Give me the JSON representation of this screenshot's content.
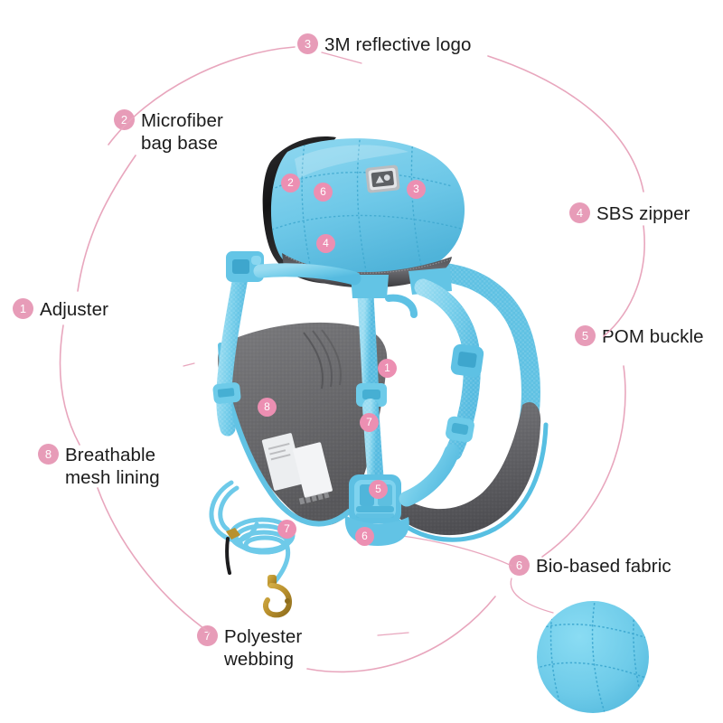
{
  "diagram": {
    "title": "Dog harness with backpack – feature callouts",
    "accent_pink": "#e79cb8",
    "line_pink": "#e8a6bd",
    "product_blue": "#74cdea",
    "product_blue_dark": "#4bb8dd",
    "mesh_grey": "#6e6e71",
    "base_black": "#1b1b1b"
  },
  "callouts": [
    {
      "id": "1",
      "number": "1",
      "label": "Adjuster",
      "name": "adjuster"
    },
    {
      "id": "2",
      "number": "2",
      "label": "Microfiber\nbag base",
      "name": "microfiber-bag-base"
    },
    {
      "id": "3",
      "number": "3",
      "label": "3M reflective logo",
      "name": "reflective-logo"
    },
    {
      "id": "4",
      "number": "4",
      "label": "SBS zipper",
      "name": "sbs-zipper"
    },
    {
      "id": "5",
      "number": "5",
      "label": "POM buckle",
      "name": "pom-buckle"
    },
    {
      "id": "6",
      "number": "6",
      "label": "Bio-based fabric",
      "name": "bio-based-fabric"
    },
    {
      "id": "7",
      "number": "7",
      "label": "Polyester\nwebbing",
      "name": "polyester-webbing"
    },
    {
      "id": "8",
      "number": "8",
      "label": "Breathable\nmesh lining",
      "name": "breathable-mesh-lining"
    }
  ],
  "markers": [
    {
      "number": "2",
      "name": "marker-microfiber-bag-base"
    },
    {
      "number": "6",
      "name": "marker-bio-based-fabric-bag"
    },
    {
      "number": "3",
      "name": "marker-reflective-logo"
    },
    {
      "number": "4",
      "name": "marker-sbs-zipper"
    },
    {
      "number": "1",
      "name": "marker-adjuster"
    },
    {
      "number": "8",
      "name": "marker-breathable-mesh-lining"
    },
    {
      "number": "7",
      "name": "marker-polyester-webbing-strap"
    },
    {
      "number": "5",
      "name": "marker-pom-buckle"
    },
    {
      "number": "6",
      "name": "marker-bio-based-fabric-base"
    },
    {
      "number": "7",
      "name": "marker-polyester-webbing-leash"
    }
  ],
  "detail_zoom": {
    "name": "bio-based-fabric-zoom",
    "description": "Magnified quilted bio-based fabric swatch"
  }
}
